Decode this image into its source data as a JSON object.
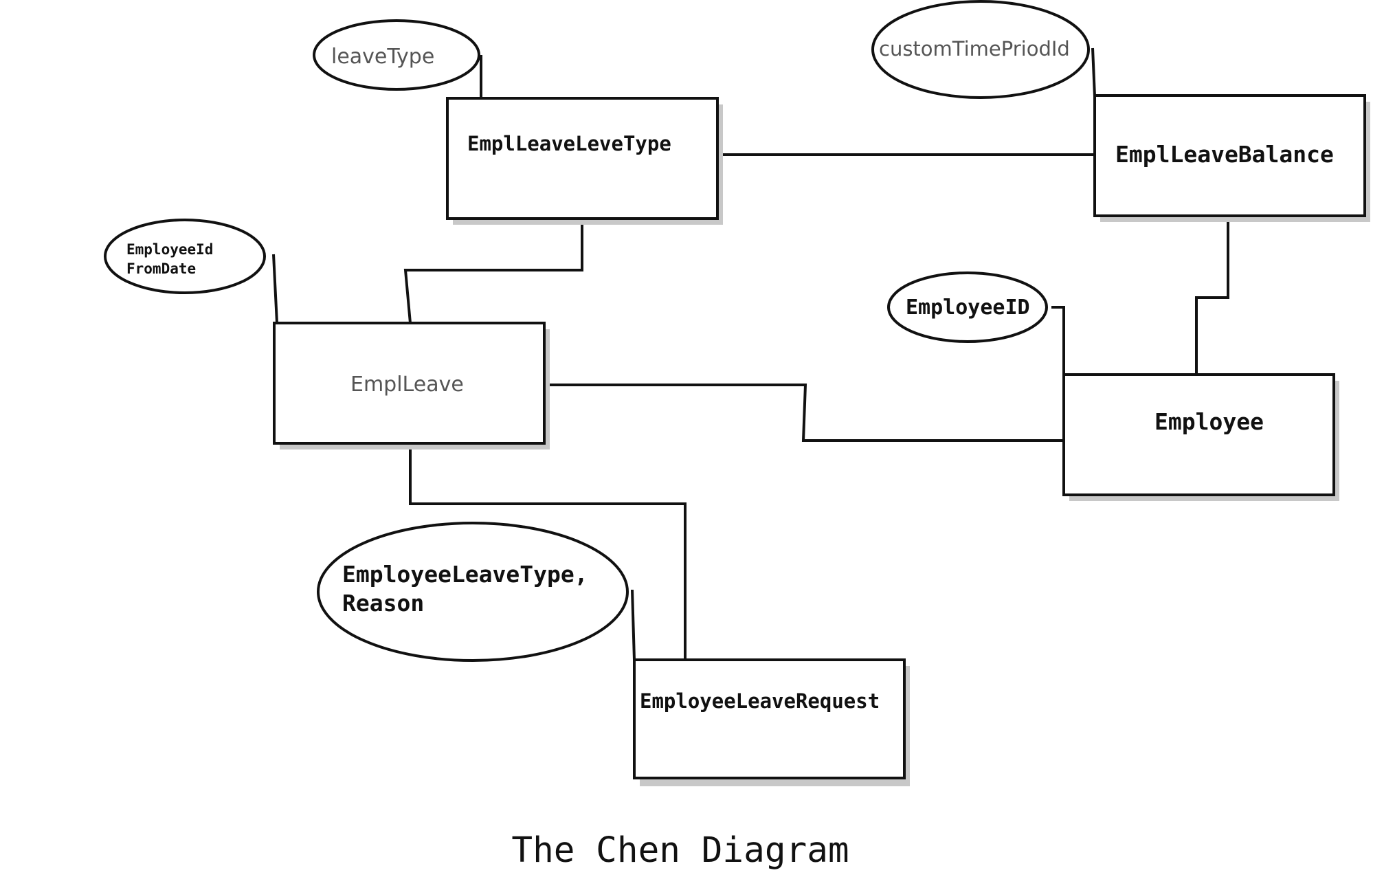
{
  "entities": {
    "empl_leave_leve_type": "EmplLeaveLeveType",
    "empl_leave_balance": "EmplLeaveBalance",
    "empl_leave": "EmplLeave",
    "employee": "Employee",
    "employee_leave_request": "EmployeeLeaveRequest"
  },
  "attributes": {
    "leave_type": "leaveType",
    "custom_time_priod_id": "customTimePriodId",
    "employee_id_from_date_line1": "EmployeeId",
    "employee_id_from_date_line2": "FromDate",
    "employee_id": "EmployeeID",
    "leave_request_attr_line1": "EmployeeLeaveType,",
    "leave_request_attr_line2": "Reason"
  },
  "caption": "The Chen Diagram"
}
